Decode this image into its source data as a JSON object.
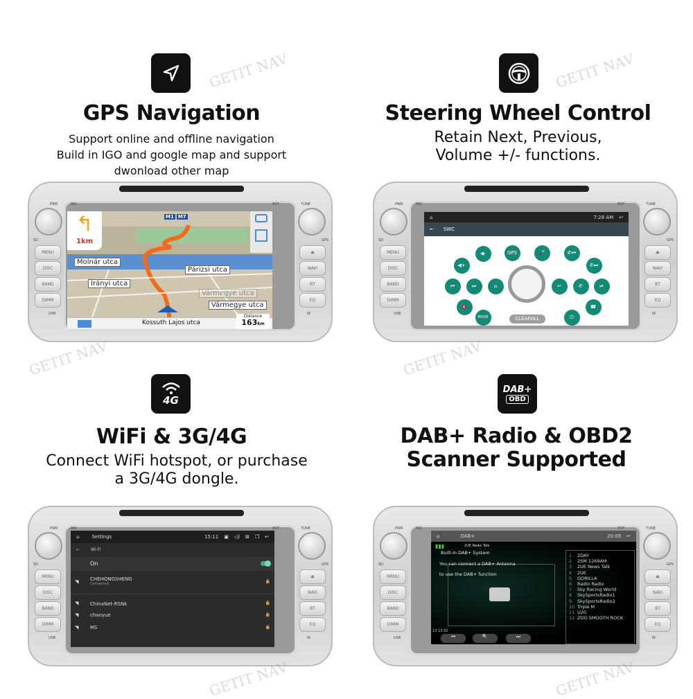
{
  "panels": {
    "gps": {
      "icon": "navigation-arrow-icon",
      "title": "GPS Navigation",
      "lines": [
        "Support online and offline navigation",
        "Build in IGO and google map and support",
        "dwonload other map"
      ],
      "screen": {
        "turn_distance": "1km",
        "road_signs": [
          "M1",
          "M7"
        ],
        "streets": [
          "Molnár utca",
          "Párizsi utca",
          "Irányi utca",
          "Vármegye utca",
          "Vármegye utca"
        ],
        "current_street": "Kossuth Lajos utca",
        "distance_label": "Distance",
        "distance_value": "163",
        "distance_unit": "km"
      }
    },
    "swc": {
      "icon": "steering-wheel-icon",
      "title": "Steering Wheel Control",
      "lines": [
        "Retain Next, Previous,",
        "Volume +/- functions."
      ],
      "screen": {
        "time": "7:28 AM",
        "header": "SWC",
        "gps_label": "GPS",
        "mode_label": "MODE",
        "clear_all": "CLEARALL"
      }
    },
    "wifi": {
      "icon": "wifi-4g-icon",
      "icon_text": "4G",
      "title": "WiFi &  3G/4G",
      "lines": [
        "Connect WiFi hotspot, or purchase",
        "a 3G/4G dongle."
      ],
      "screen": {
        "app_title": "Settings",
        "time": "15:11",
        "section": "Wi-Fi",
        "toggle_label": "On",
        "toggle_on": true,
        "networks": [
          {
            "name": "CHEHONGSHENG",
            "status": "Connected"
          },
          {
            "name": "ChinaNet-RSNk",
            "status": ""
          },
          {
            "name": "chaoyue",
            "status": ""
          },
          {
            "name": "MS",
            "status": ""
          }
        ]
      }
    },
    "dab": {
      "icon": "dab-obd-icon",
      "icon_text": "DAB+",
      "icon_sub": "OBD",
      "title_lines": [
        "DAB+ Radio & OBD2",
        "Scanner Supported"
      ],
      "screen": {
        "app_title": "DAB+",
        "time": "20:09",
        "now_playing": "2UE News Talk",
        "system": "Built-in DAB+ System",
        "message": [
          "You can connect a DAB+ Antenna",
          "to use the DAB+ function"
        ],
        "date": "13 13:32",
        "stations": [
          "2DAY",
          "2SM 1269AM",
          "2UE News Talk",
          "2UE",
          "GORILLA",
          "Radio Radio",
          "Sky Racing World",
          "SkySportsRadio1",
          "SkySportsRadio2",
          "Triple M",
          "U20",
          "ZOO SMOOTH ROCK"
        ]
      }
    }
  },
  "unit": {
    "left_buttons": [
      "MENU",
      "DISC",
      "BAND",
      "DIMM"
    ],
    "right_buttons": [
      "⏏",
      "NAVI",
      "BT",
      "EQ"
    ],
    "labels": {
      "pwr": "PWR",
      "mic": "MIC",
      "rst": "RST",
      "tune": "TUNE",
      "sd": "SD",
      "usb": "USB",
      "gps": "GPS",
      "ir": "IR"
    }
  },
  "watermark": "GETIT NAV",
  "colors": {
    "swc_button": "#138a76",
    "route": "#f26a1b",
    "icon_box": "#111111"
  }
}
